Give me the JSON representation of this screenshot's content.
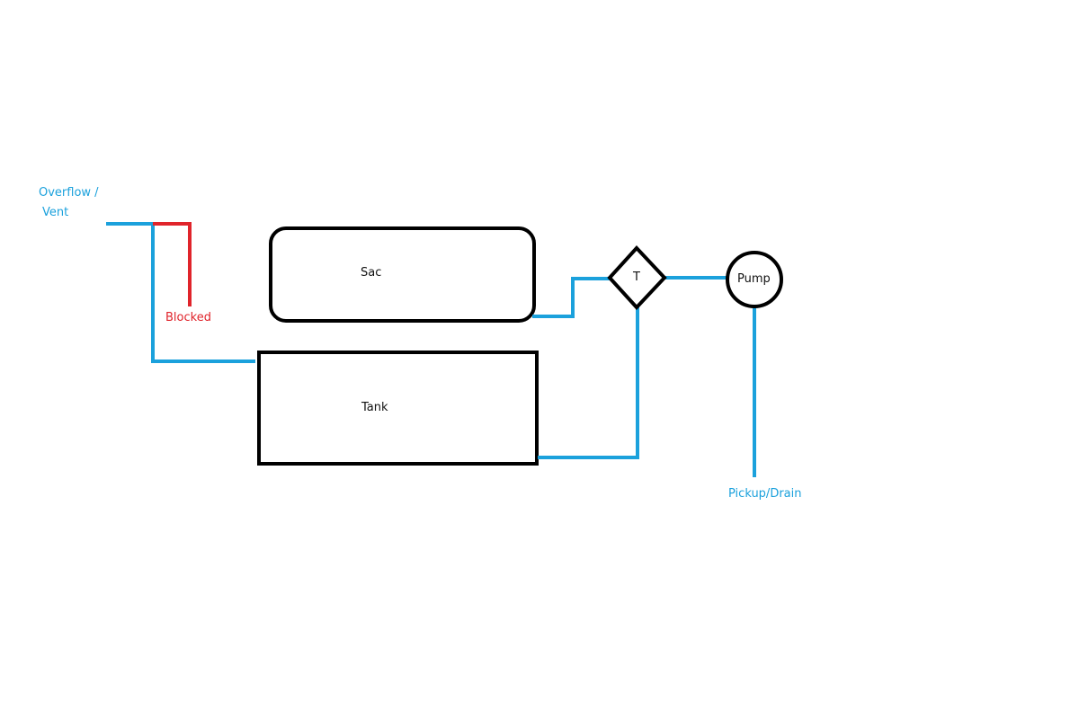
{
  "labels": {
    "overflow_line1": "Overflow /",
    "overflow_line2": "Vent",
    "blocked": "Blocked",
    "sac": "Sac",
    "tank": "Tank",
    "tee": "T",
    "pump": "Pump",
    "pickup": "Pickup/Drain"
  },
  "colors": {
    "pipe": "#1ba1dc",
    "blocked": "#e0242b",
    "outline": "#000000"
  }
}
